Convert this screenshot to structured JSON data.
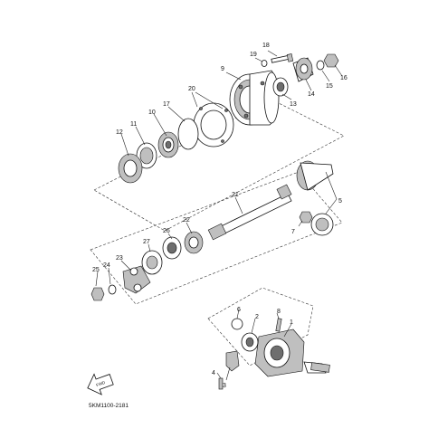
{
  "figure_code": "5KM1100-2181",
  "fwd_label": "FWD",
  "callouts": {
    "p1": "1",
    "p2": "2",
    "p3": "3",
    "p4": "4",
    "p5": "5",
    "p6": "6",
    "p7": "7",
    "p8": "8",
    "p9": "9",
    "p10": "10",
    "p11": "11",
    "p12": "12",
    "p13": "13",
    "p14": "14",
    "p15": "15",
    "p16": "16",
    "p17": "17",
    "p18": "18",
    "p19": "19",
    "p20": "20",
    "p21": "21",
    "p22": "22",
    "p23": "23",
    "p24": "24",
    "p25": "25",
    "p26": "26",
    "p27": "27"
  }
}
